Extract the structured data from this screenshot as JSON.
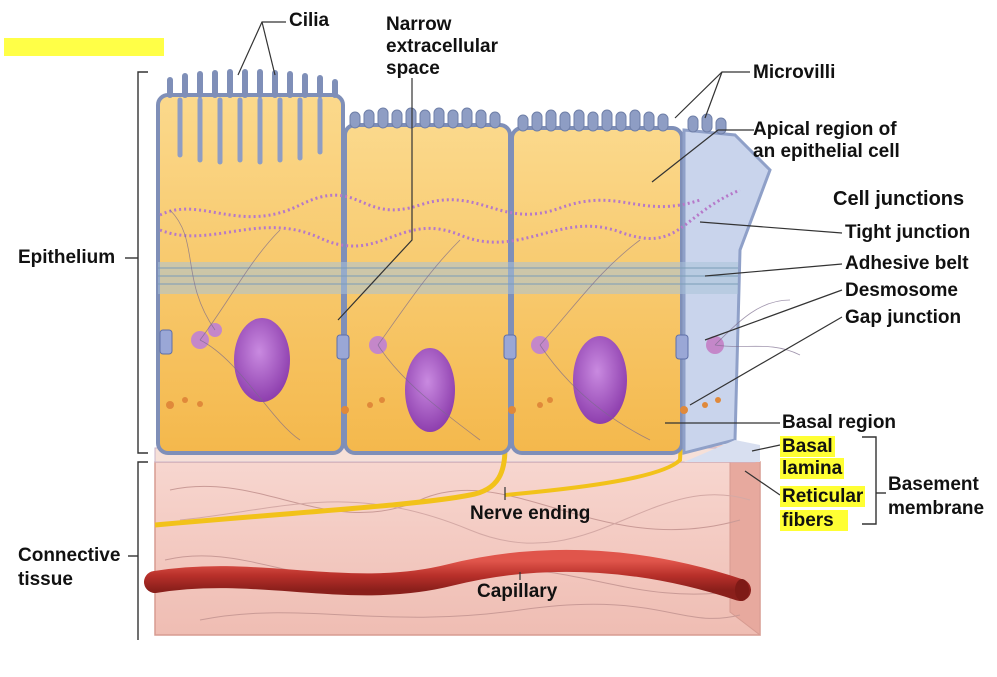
{
  "labels": {
    "cilia": "Cilia",
    "narrow_space": [
      "Narrow",
      "extracellular",
      "space"
    ],
    "microvilli": "Microvilli",
    "apical_region": [
      "Apical region of",
      "an epithelial cell"
    ],
    "cell_junctions_heading": "Cell junctions",
    "tight_junction": "Tight junction",
    "adhesive_belt": "Adhesive belt",
    "desmosome": "Desmosome",
    "gap_junction": "Gap junction",
    "epithelium": "Epithelium",
    "basal_region": "Basal region",
    "basal_lamina": [
      "Basal",
      "lamina"
    ],
    "reticular_fibers": [
      "Reticular",
      "fibers"
    ],
    "basement_membrane": [
      "Basement",
      "membrane"
    ],
    "nerve_ending": "Nerve ending",
    "connective_tissue": [
      "Connective",
      "tissue"
    ],
    "capillary": "Capillary"
  },
  "colors": {
    "cell_cytoplasm": "#f7c65a",
    "cell_membrane": "#7f8fb8",
    "nucleus": "#a45cc0",
    "connective": "#f2c7bf",
    "capillary": "#b8302a",
    "nerve": "#f2c21a",
    "highlight": "#ffff33"
  }
}
